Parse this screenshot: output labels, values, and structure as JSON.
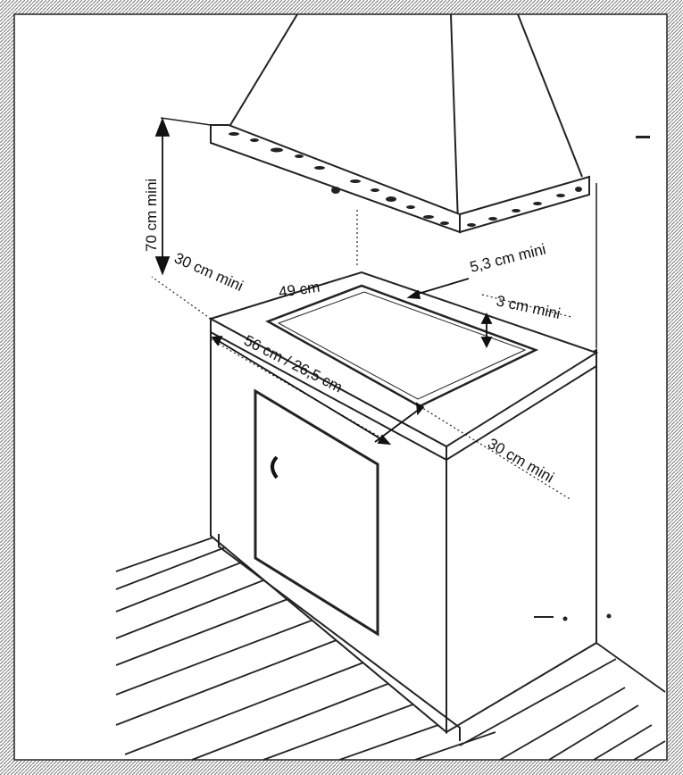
{
  "labels": {
    "height_min": "70 cm mini",
    "left_side_min": "30 cm mini",
    "cutout_width": "49 cm",
    "hood_gap_min": "5,3 cm mini",
    "front_edge_min": "3 cm mini",
    "cutout_depth": "56 cm / 26,5 cm",
    "right_side_min": "30 cm mini"
  },
  "colors": {
    "frame": "#7a7a7a",
    "ink": "#111111",
    "paper": "#ffffff"
  }
}
